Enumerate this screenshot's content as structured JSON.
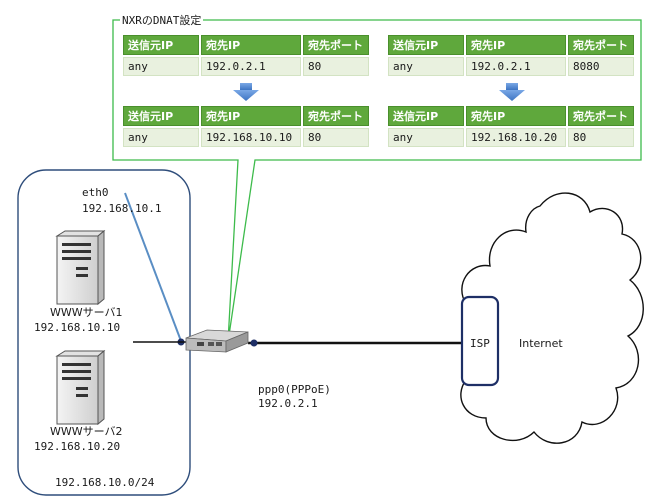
{
  "callout": {
    "title": "NXRのDNAT設定"
  },
  "rules": [
    {
      "before": {
        "headers": [
          "送信元IP",
          "宛先IP",
          "宛先ポート"
        ],
        "values": [
          "any",
          "192.0.2.1",
          "80"
        ]
      },
      "after": {
        "headers": [
          "送信元IP",
          "宛先IP",
          "宛先ポート"
        ],
        "values": [
          "any",
          "192.168.10.10",
          "80"
        ]
      }
    },
    {
      "before": {
        "headers": [
          "送信元IP",
          "宛先IP",
          "宛先ポート"
        ],
        "values": [
          "any",
          "192.0.2.1",
          "8080"
        ]
      },
      "after": {
        "headers": [
          "送信元IP",
          "宛先IP",
          "宛先ポート"
        ],
        "values": [
          "any",
          "192.168.10.20",
          "80"
        ]
      }
    }
  ],
  "lan": {
    "interface": "eth0",
    "interface_ip": "192.168.10.1",
    "network": "192.168.10.0/24",
    "servers": [
      {
        "name": "WWWサーバ1",
        "ip": "192.168.10.10"
      },
      {
        "name": "WWWサーバ2",
        "ip": "192.168.10.20"
      }
    ]
  },
  "wan": {
    "interface": "ppp0(PPPoE)",
    "ip": "192.0.2.1",
    "isp_label": "ISP",
    "cloud_label": "Internet"
  },
  "colors": {
    "header_green": "#5fa83c",
    "cell_green": "#e9f1df",
    "callout_border": "#3dbb4b",
    "lan_border": "#2e4d7b",
    "arrow_blue": "#5b8fd6",
    "pointer_blue": "#5a8ec4"
  }
}
